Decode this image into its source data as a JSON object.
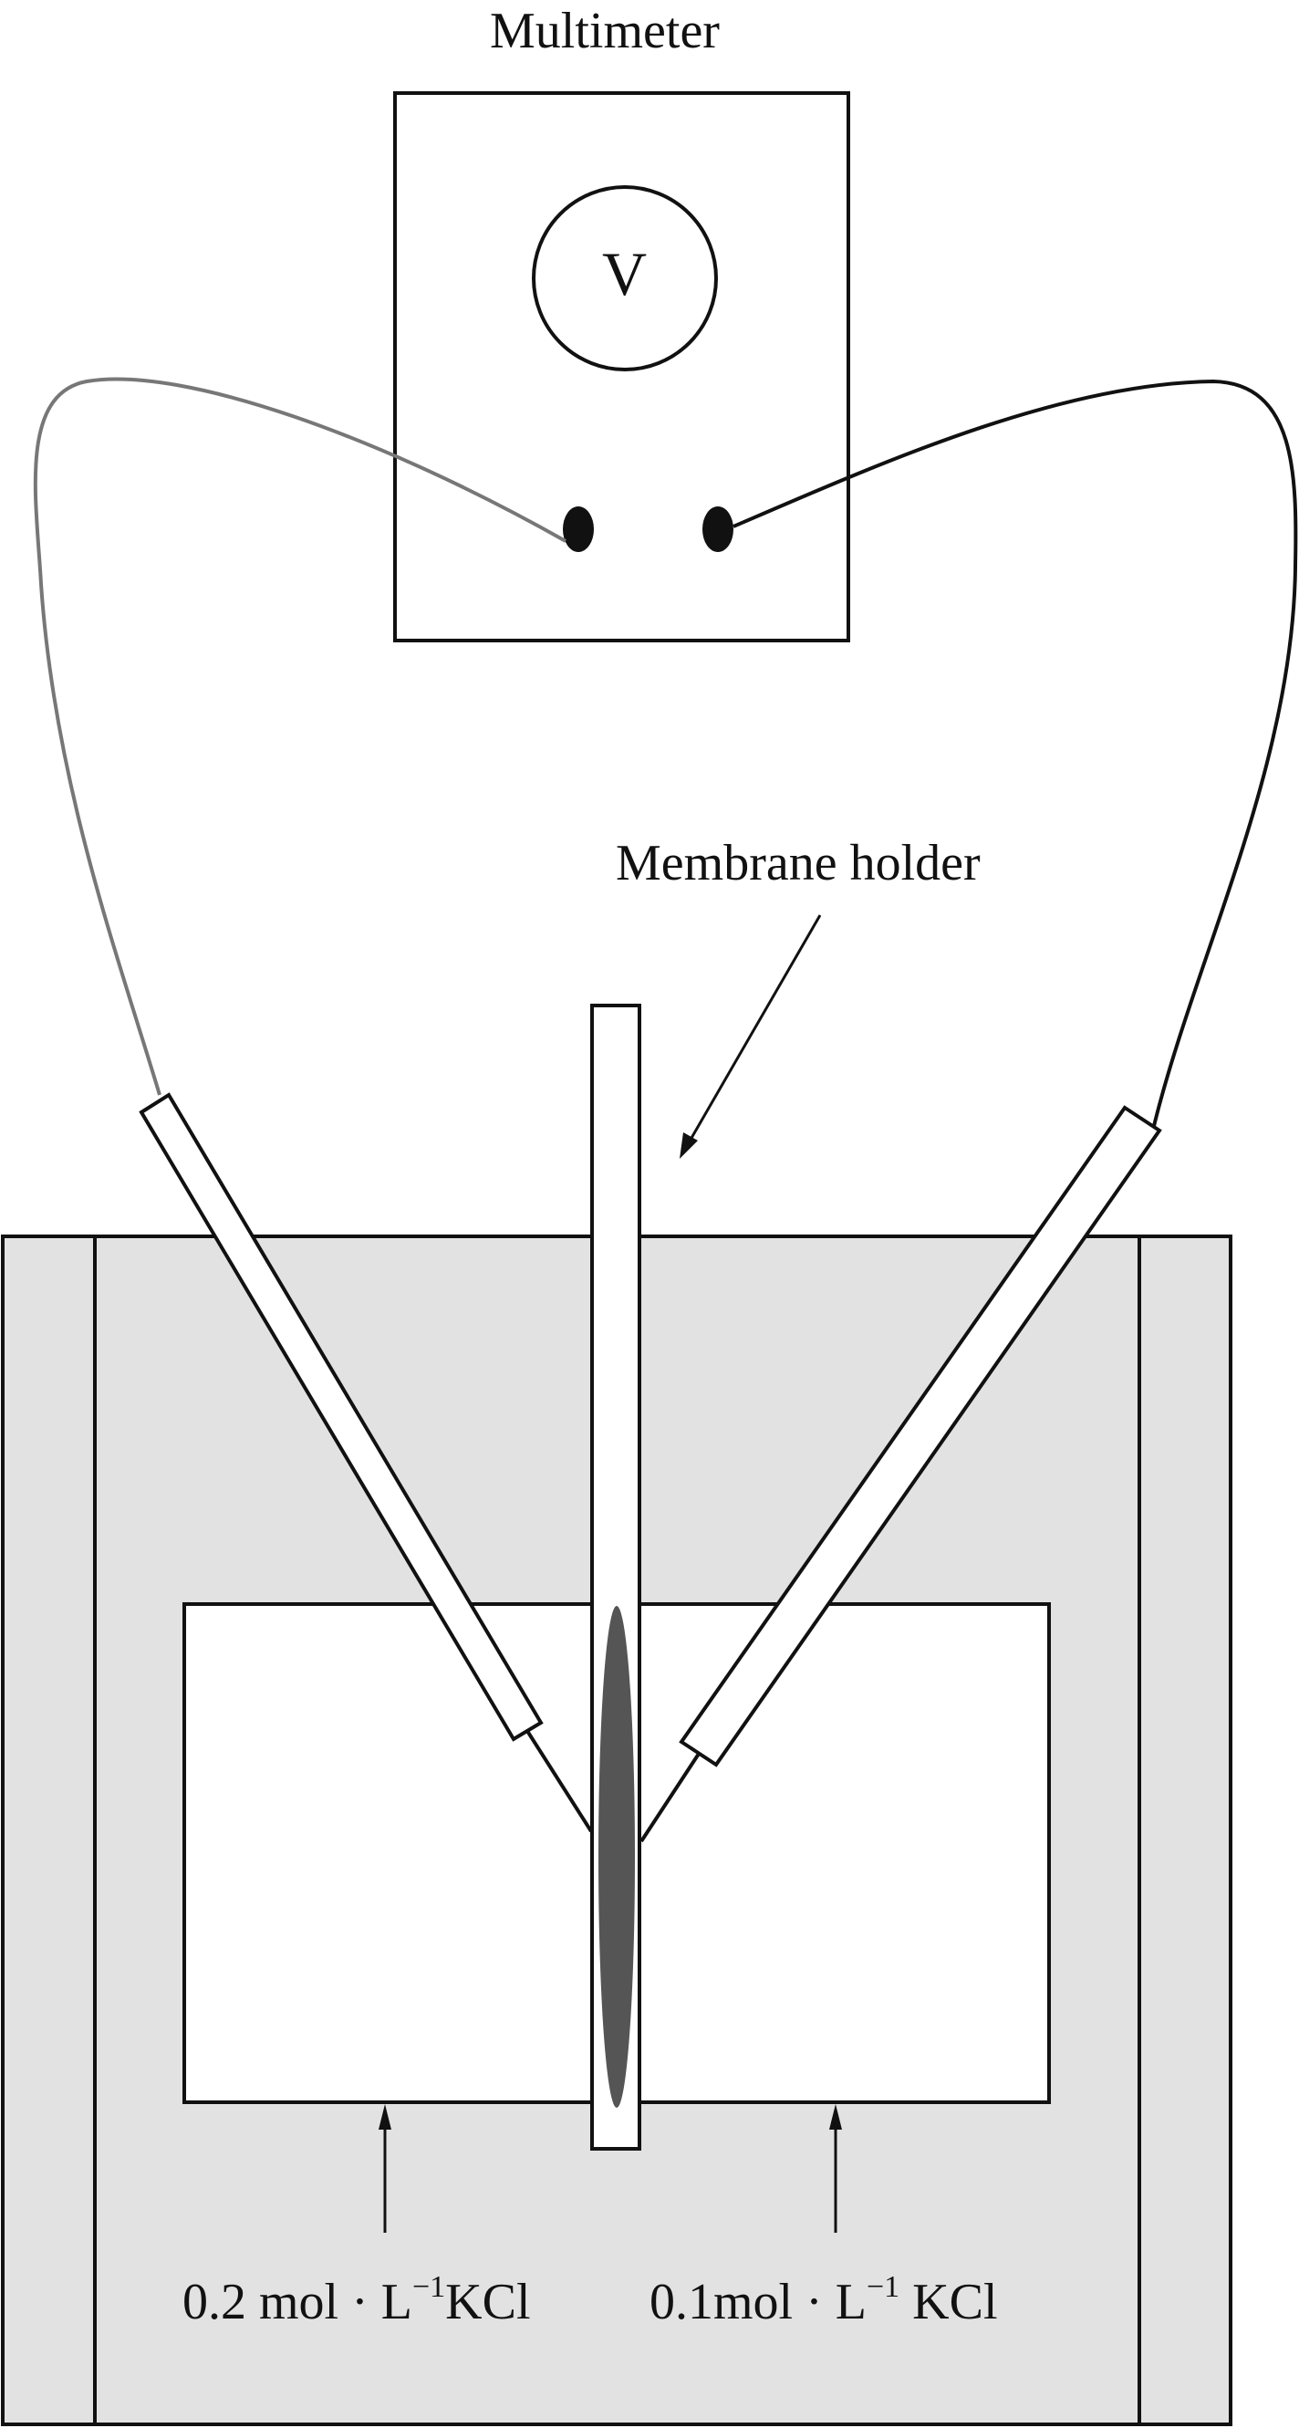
{
  "labels": {
    "multimeter": "Multimeter",
    "voltmeter_symbol": "V",
    "membrane_holder": "Membrane holder",
    "left_solution": {
      "prefix": "0.2 mol · L",
      "superscript": "−1",
      "suffix": "KCl"
    },
    "right_solution": {
      "prefix": "0.1mol · L",
      "superscript": "−1",
      "suffix": " KCl"
    }
  },
  "colors": {
    "line": "#111111",
    "left_wire": "#777777",
    "right_wire": "#111111",
    "bath_fill": "#e2e2e2",
    "membrane": "#555555",
    "background": "#ffffff"
  }
}
